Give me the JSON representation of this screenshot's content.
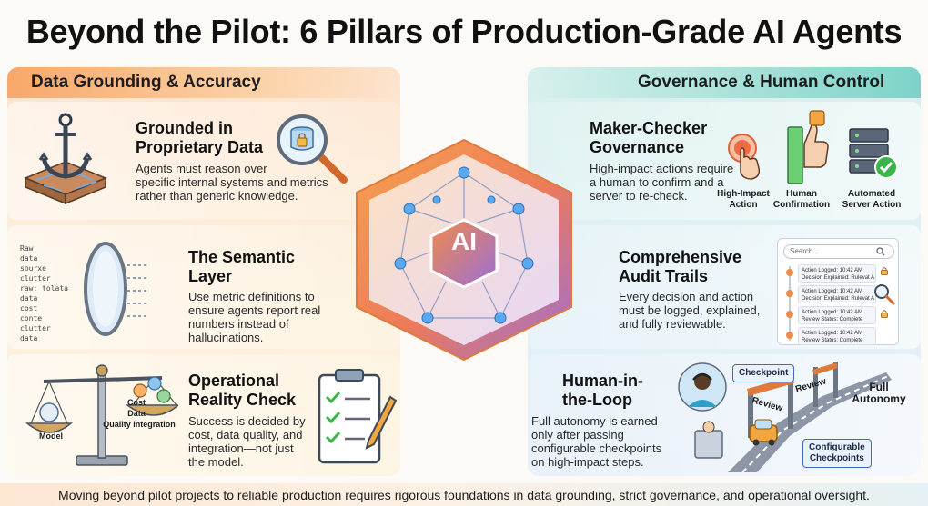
{
  "title": "Beyond the Pilot: 6 Pillars of Production-Grade AI Agents",
  "left_header": "Data Grounding & Accuracy",
  "right_header": "Governance & Human Control",
  "center_label": "AI",
  "pillars": {
    "grounded": {
      "title_line1": "Grounded in",
      "title_line2": "Proprietary Data",
      "body_line1": "Agents must reason over",
      "body_line2": "specific internal systems and metrics",
      "body_line3": "rather than generic knowledge."
    },
    "semantic": {
      "title_line1": "The Semantic",
      "title_line2": "Layer",
      "body_line1": "Use metric definitions to",
      "body_line2": "ensure agents report real",
      "body_line3": "numbers instead of",
      "body_line4": "hallucinations.",
      "raw_lines": [
        "Raw",
        "data",
        "sourxe",
        "clutter",
        "raw: tolata",
        "data",
        "cost",
        "conte",
        "clutter",
        "data"
      ]
    },
    "reality": {
      "title_line1": "Operational",
      "title_line2": "Reality Check",
      "body_line1": "Success is decided by",
      "body_line2": "cost, data quality, and",
      "body_line3": "integration—not just",
      "body_line4": "the model.",
      "scale_left": "Model",
      "scale_right_1": "Cost",
      "scale_right_2": "Data",
      "scale_right_3": "Quality Integration"
    },
    "maker_checker": {
      "title_line1": "Maker-Checker",
      "title_line2": "Governance",
      "body_line1": "High-impact actions require",
      "body_line2": "a human to confirm and a",
      "body_line3": "server to re-check.",
      "step1_line1": "High-Impact",
      "step1_line2": "Action",
      "step2_line1": "Human",
      "step2_line2": "Confirmation",
      "step3_line1": "Automated",
      "step3_line2": "Server Action"
    },
    "audit": {
      "title_line1": "Comprehensive",
      "title_line2": "Audit Trails",
      "body_line1": "Every decision and action",
      "body_line2": "must be logged, explained,",
      "body_line3": "and fully reviewable.",
      "search_placeholder": "Search...",
      "log_entries": [
        {
          "line1": "Action Logged: 10:42 AM",
          "line2": "Decision Explained: Rulevat A"
        },
        {
          "line1": "Action Logged: 10:42 AM",
          "line2": "Decision Explained: Rulevat A"
        },
        {
          "line1": "Action Logged: 10:42 AM",
          "line2": "Review Status: Compiete"
        },
        {
          "line1": "Action Logged: 10:42 AM",
          "line2": "Review Status: Compiete"
        }
      ]
    },
    "hitl": {
      "title_line1": "Human-in-",
      "title_line2": "the-Loop",
      "body_line1": "Full autonomy is earned",
      "body_line2": "only after passing",
      "body_line3": "configurable checkpoints",
      "body_line4": "on high-impact steps.",
      "checkpoint": "Checkpoint",
      "review_1": "Review",
      "review_2": "Review",
      "full_autonomy_1": "Full",
      "full_autonomy_2": "Autonomy",
      "configurable_1": "Configurable",
      "configurable_2": "Checkpoints"
    }
  },
  "footer": "Moving beyond pilot projects to reliable production requires rigorous foundations in data grounding, strict governance, and operational oversight.",
  "colors": {
    "left_accent": "#f7a86a",
    "right_accent": "#7dd3c8",
    "hex_orange": "#f08a4b",
    "hex_purple": "#9b6fd6",
    "node_blue": "#5aa8f0",
    "check_green": "#3bb54a"
  }
}
